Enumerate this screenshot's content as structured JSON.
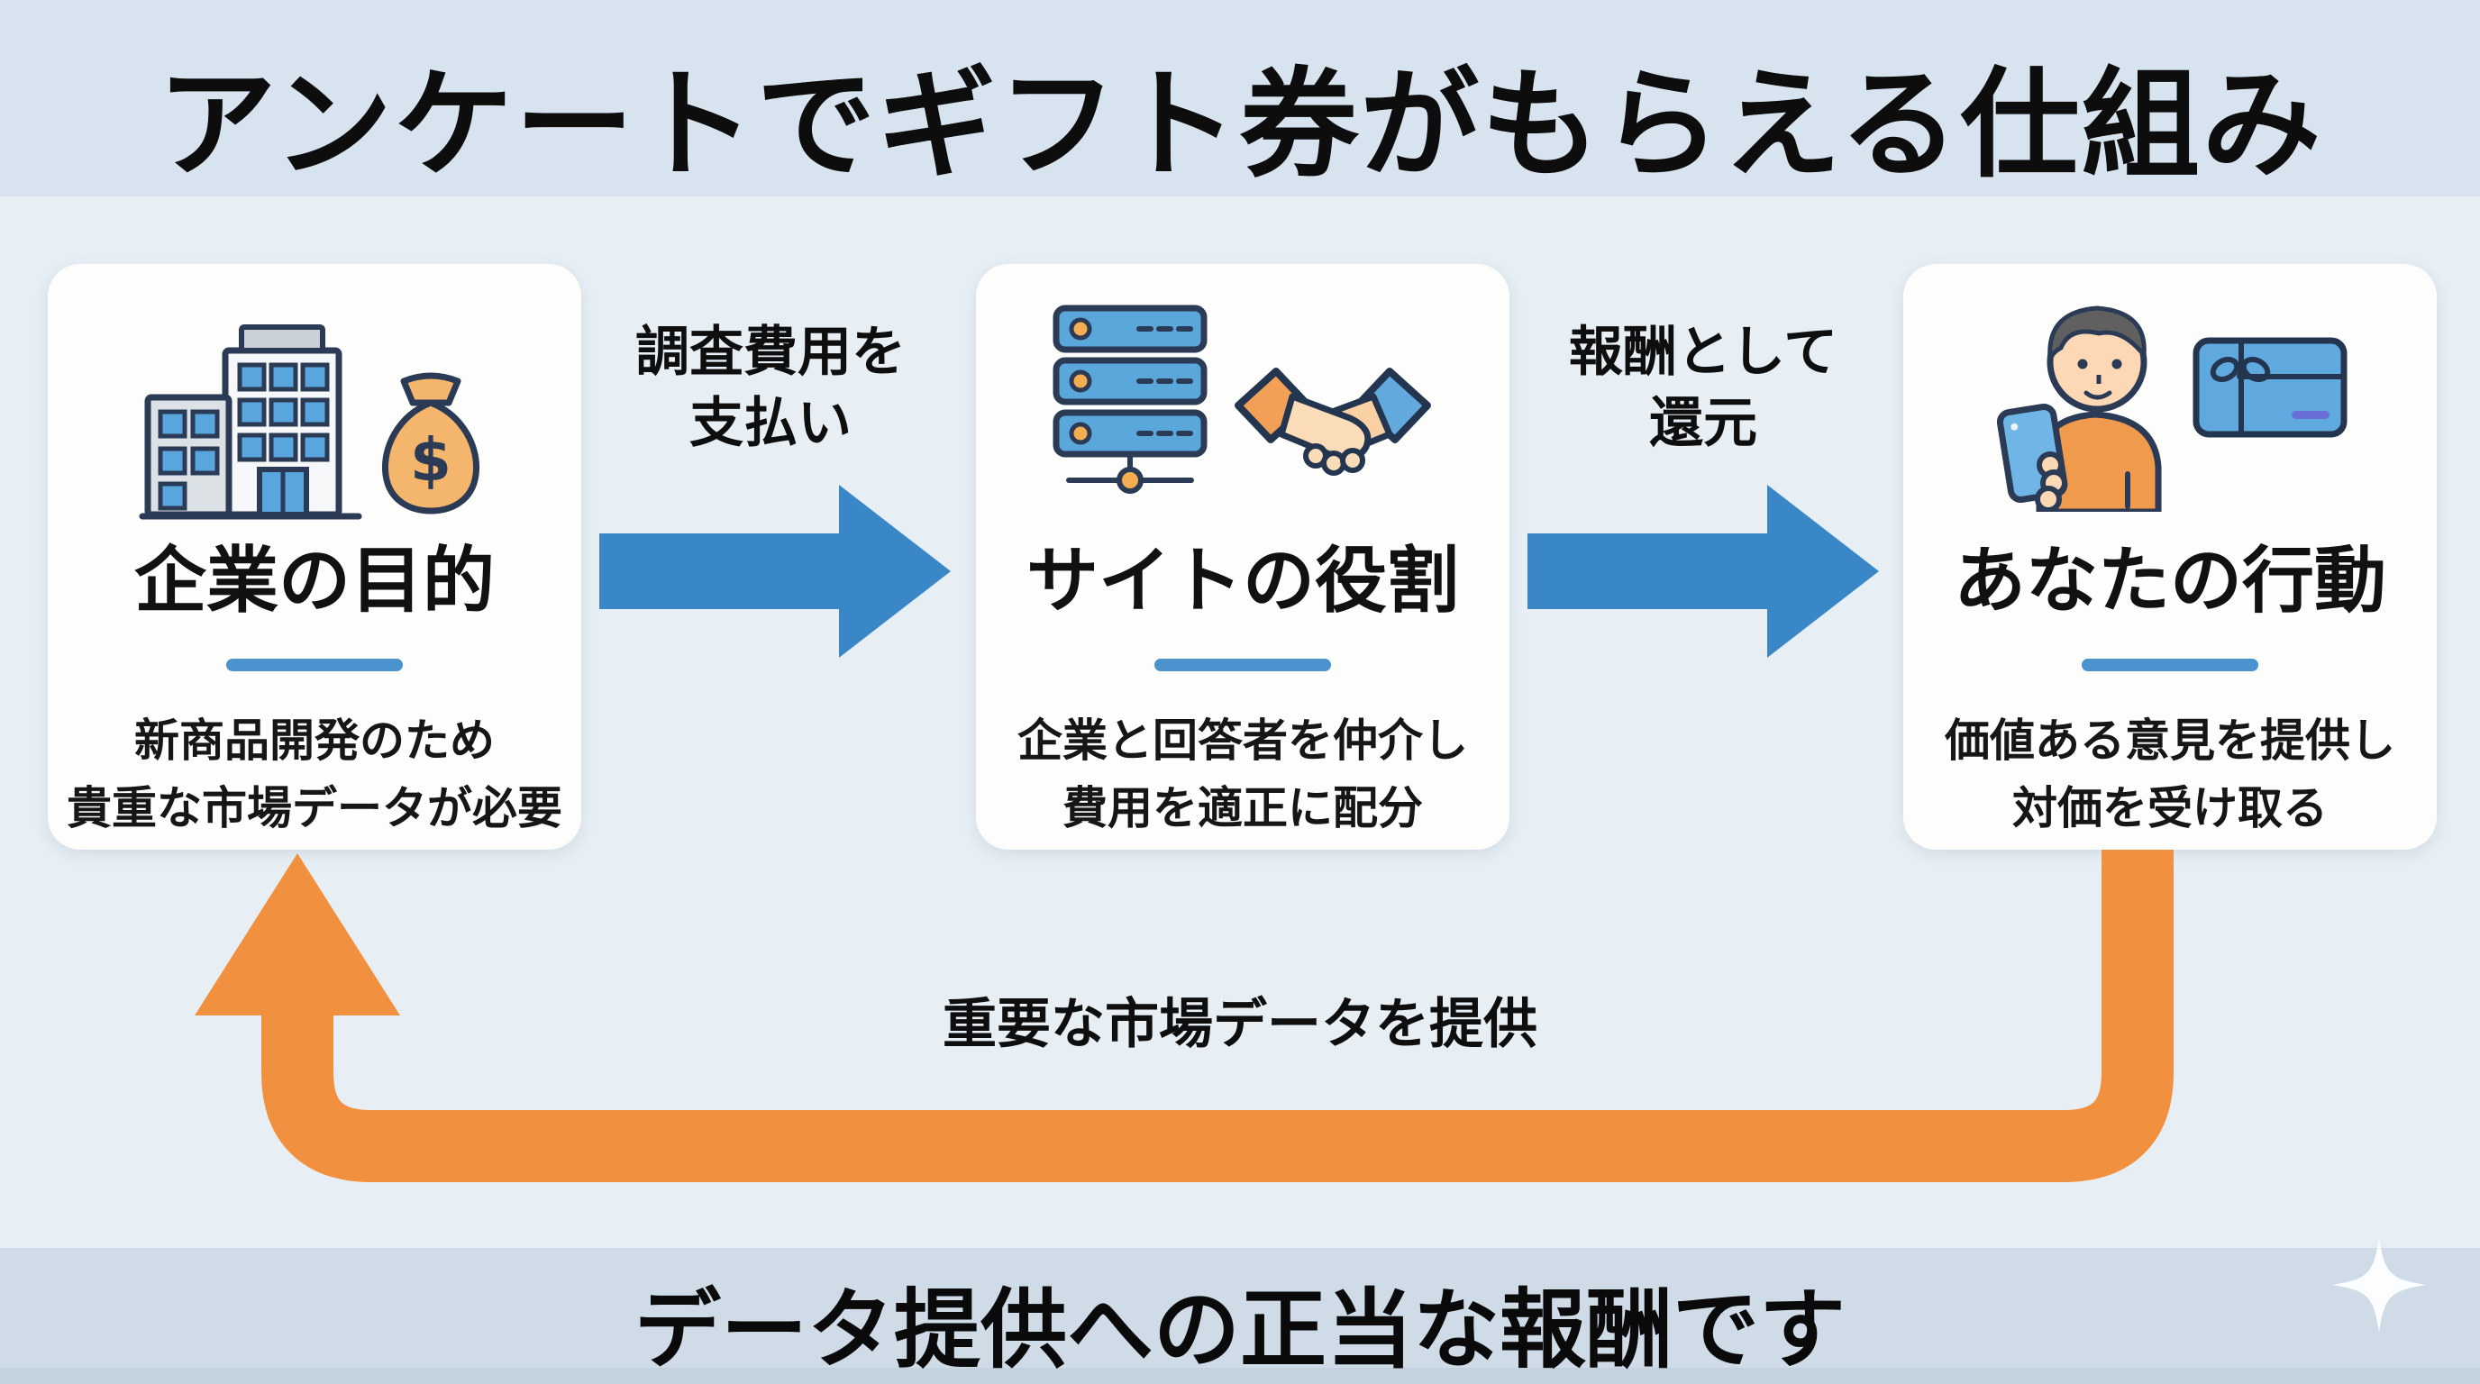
{
  "page": {
    "title": "アンケートでギフト券がもらえる仕組み",
    "caption": "データ提供への正当な報酬です"
  },
  "cards": [
    {
      "title": "企業の目的",
      "desc": [
        "新商品開発のため",
        "貴重な市場データが必要"
      ],
      "icons": [
        "building-icon",
        "money-bag-icon"
      ]
    },
    {
      "title": "サイトの役割",
      "desc": [
        "企業と回答者を仲介し",
        "費用を適正に配分"
      ],
      "icons": [
        "server-icon",
        "handshake-icon"
      ]
    },
    {
      "title": "あなたの行動",
      "desc": [
        "価値ある意見を提供し",
        "対価を受け取る"
      ],
      "icons": [
        "person-phone-icon",
        "gift-card-icon"
      ]
    }
  ],
  "arrows": [
    {
      "label": [
        "調査費用を",
        "支払い"
      ],
      "direction": "right"
    },
    {
      "label": [
        "報酬として",
        "還元"
      ],
      "direction": "right"
    }
  ],
  "return_arrow": {
    "label": "重要な市場データを提供",
    "direction": "loop-left-up"
  },
  "colors": {
    "arrow_blue": "#3a87c8",
    "arrow_orange": "#f1913f",
    "divider_blue": "#4a93cf",
    "card_bg": "#fdfdfb",
    "band_top": "#d7e3ee",
    "band_main": "#e7eff5",
    "band_bottom": "#cfdce8",
    "text": "#111111"
  }
}
